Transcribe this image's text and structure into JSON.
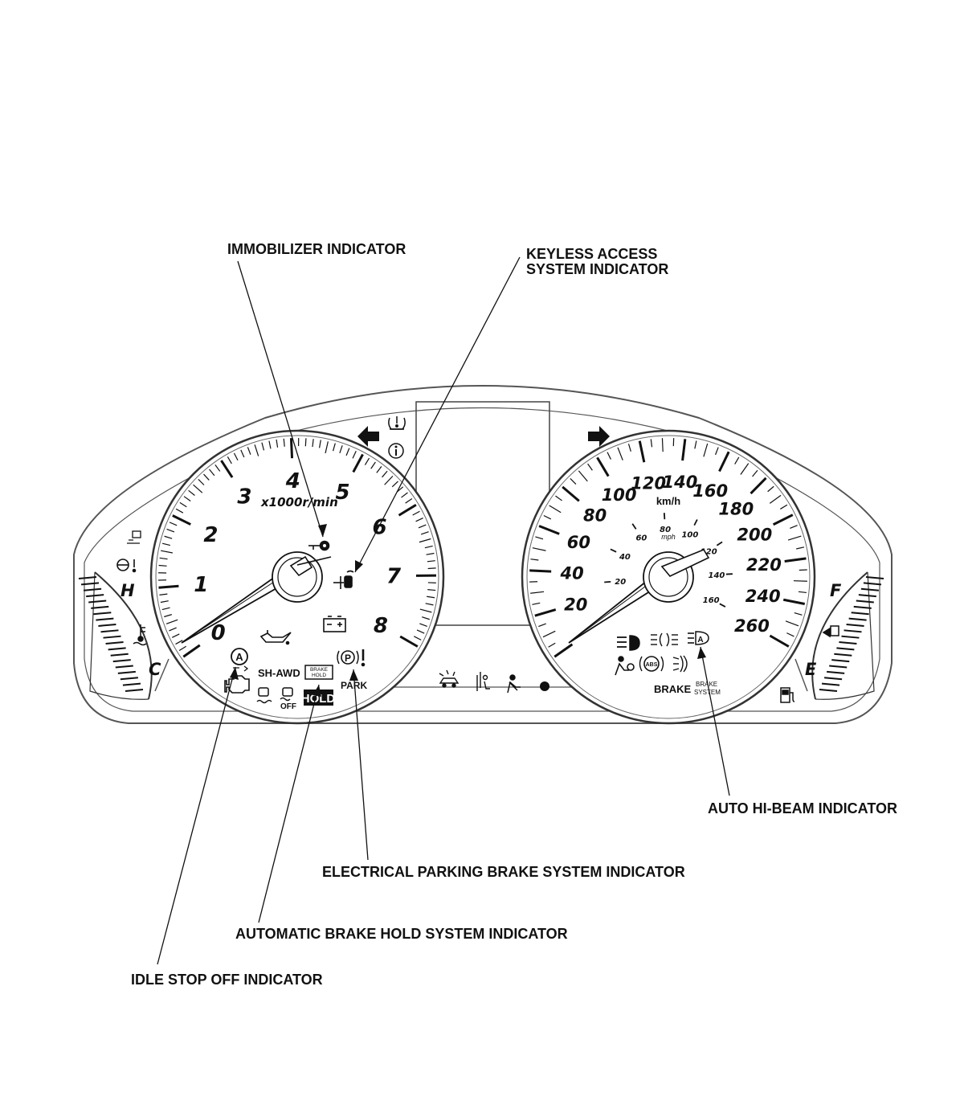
{
  "callouts": {
    "immobilizer": "IMMOBILIZER INDICATOR",
    "keyless_line1": "KEYLESS ACCESS",
    "keyless_line2": "SYSTEM INDICATOR",
    "auto_hibeam": "AUTO HI-BEAM INDICATOR",
    "epb": "ELECTRICAL PARKING BRAKE SYSTEM INDICATOR",
    "brake_hold": "AUTOMATIC BRAKE HOLD SYSTEM INDICATOR",
    "idle_stop": "IDLE STOP OFF INDICATOR"
  },
  "tachometer": {
    "unit": "x1000r/min",
    "labels": [
      "0",
      "1",
      "2",
      "3",
      "4",
      "5",
      "6",
      "7",
      "8"
    ]
  },
  "speedometer": {
    "kmh_unit": "km/h",
    "mph_unit": "mph",
    "kmh_labels": [
      "20",
      "40",
      "60",
      "80",
      "100",
      "120",
      "140",
      "160",
      "180",
      "200",
      "220",
      "240",
      "260"
    ],
    "mph_labels": [
      "20",
      "40",
      "60",
      "80",
      "100",
      "120",
      "140",
      "160"
    ]
  },
  "temp_gauge": {
    "hot": "H",
    "cold": "C"
  },
  "fuel_gauge": {
    "full": "F",
    "empty": "E"
  },
  "indicator_text": {
    "sh_awd": "SH-AWD",
    "off": "OFF",
    "hold": "HOLD",
    "brake_hold_top": "BRAKE",
    "brake_hold_bottom": "HOLD",
    "park": "PARK",
    "brake": "BRAKE",
    "brake_system_top": "BRAKE",
    "brake_system_bottom": "SYSTEM",
    "abs": "ABS",
    "auto_a": "A",
    "parking_p": "P"
  },
  "icons": [
    "left-turn-arrow-icon",
    "right-turn-arrow-icon",
    "tpms-icon",
    "info-icon",
    "immobilizer-key-icon",
    "keyless-access-icon",
    "oil-pressure-icon",
    "battery-icon",
    "check-engine-icon",
    "idle-stop-off-icon",
    "brake-hold-icon",
    "parking-brake-icon",
    "low-beam-icon",
    "fog-light-icon",
    "auto-hibeam-icon",
    "airbag-icon",
    "abs-icon",
    "front-fog-icon",
    "coolant-temp-icon",
    "fuel-pump-icon",
    "seat-belt-icon",
    "steering-warning-icon",
    "collision-icon",
    "lane-icon",
    "security-dot-icon"
  ],
  "colors": {
    "ink": "#111111",
    "line": "#222222",
    "outline": "#555555",
    "background": "#ffffff"
  }
}
